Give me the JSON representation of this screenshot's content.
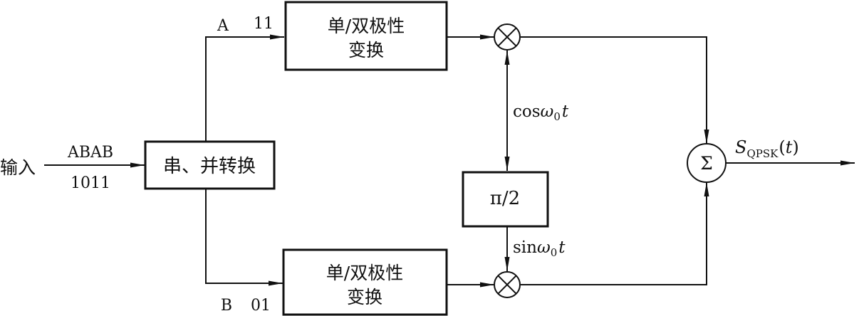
{
  "input_label": "输入",
  "input_seq_top": "ABAB",
  "input_seq_bottom": "1011",
  "sp_converter": "串、并转换",
  "branch_a": {
    "name": "A",
    "bits": "11"
  },
  "branch_b": {
    "name": "B",
    "bits": "01"
  },
  "upb_top": {
    "line1": "单/双极性",
    "line2": "变换"
  },
  "upb_bottom": {
    "line1": "单/双极性",
    "line2": "变换"
  },
  "phase_shift": "π/2",
  "cos_label": {
    "fn": "cos",
    "omega": "ω",
    "sub": "0",
    "t": "t"
  },
  "sin_label": {
    "fn": "sin",
    "omega": "ω",
    "sub": "0",
    "t": "t"
  },
  "sum_symbol": "Σ",
  "multiplier_symbol": "⊗",
  "output_label": {
    "s": "S",
    "sub": "QPSK",
    "open": "(",
    "t": "t",
    "close": ")"
  }
}
